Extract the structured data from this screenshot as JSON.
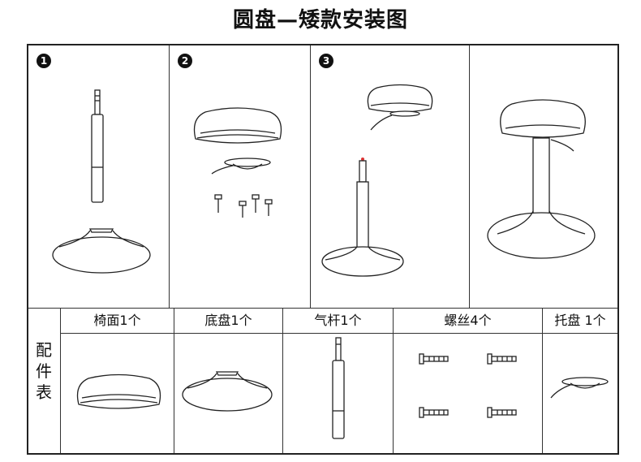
{
  "title": "圆盘—矮款安装图",
  "steps": [
    "1",
    "2",
    "3"
  ],
  "parts_label": "配件表",
  "parts": [
    {
      "label": "椅面1个",
      "icon": "seat-icon"
    },
    {
      "label": "底盘1个",
      "icon": "round-base-icon"
    },
    {
      "label": "气杆1个",
      "icon": "gas-lift-icon"
    },
    {
      "label": "螺丝4个",
      "icon": "screws-icon"
    },
    {
      "label": "托盘 1个",
      "icon": "seat-tray-icon"
    }
  ]
}
